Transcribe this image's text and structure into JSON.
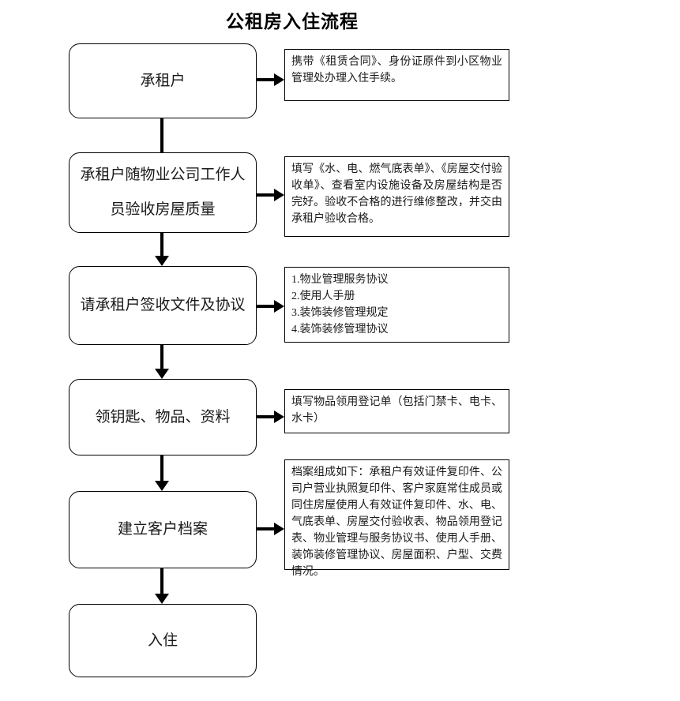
{
  "title": "公租房入住流程",
  "colors": {
    "line": "#000000",
    "background": "#ffffff",
    "text": "#1a1a1a"
  },
  "flow": {
    "nodes": [
      "承租户",
      "承租户随物业公司工作人员验收房屋质量",
      "请承租户签收文件及协议",
      "领钥匙、物品、资料",
      "建立客户档案",
      "入住"
    ],
    "notes": [
      "携带《租赁合同》、身份证原件到小区物业管理处办理入住手续。",
      "填写《水、电、燃气底表单》、《房屋交付验收单》、查看室内设施设备及房屋结构是否完好。验收不合格的进行维修整改，并交由承租户验收合格。",
      "1.物业管理服务协议\n2.使用人手册\n3.装饰装修管理规定\n4.装饰装修管理协议",
      "填写物品领用登记单（包括门禁卡、电卡、水卡）",
      "档案组成如下：承租户有效证件复印件、公司户营业执照复印件、客户家庭常住成员或同住房屋使用人有效证件复印件、水、电、气底表单、房屋交付验收表、物品领用登记表、物业管理与服务协议书、使用人手册、装饰装修管理协议、房屋面积、户型、交费情况。"
    ]
  }
}
